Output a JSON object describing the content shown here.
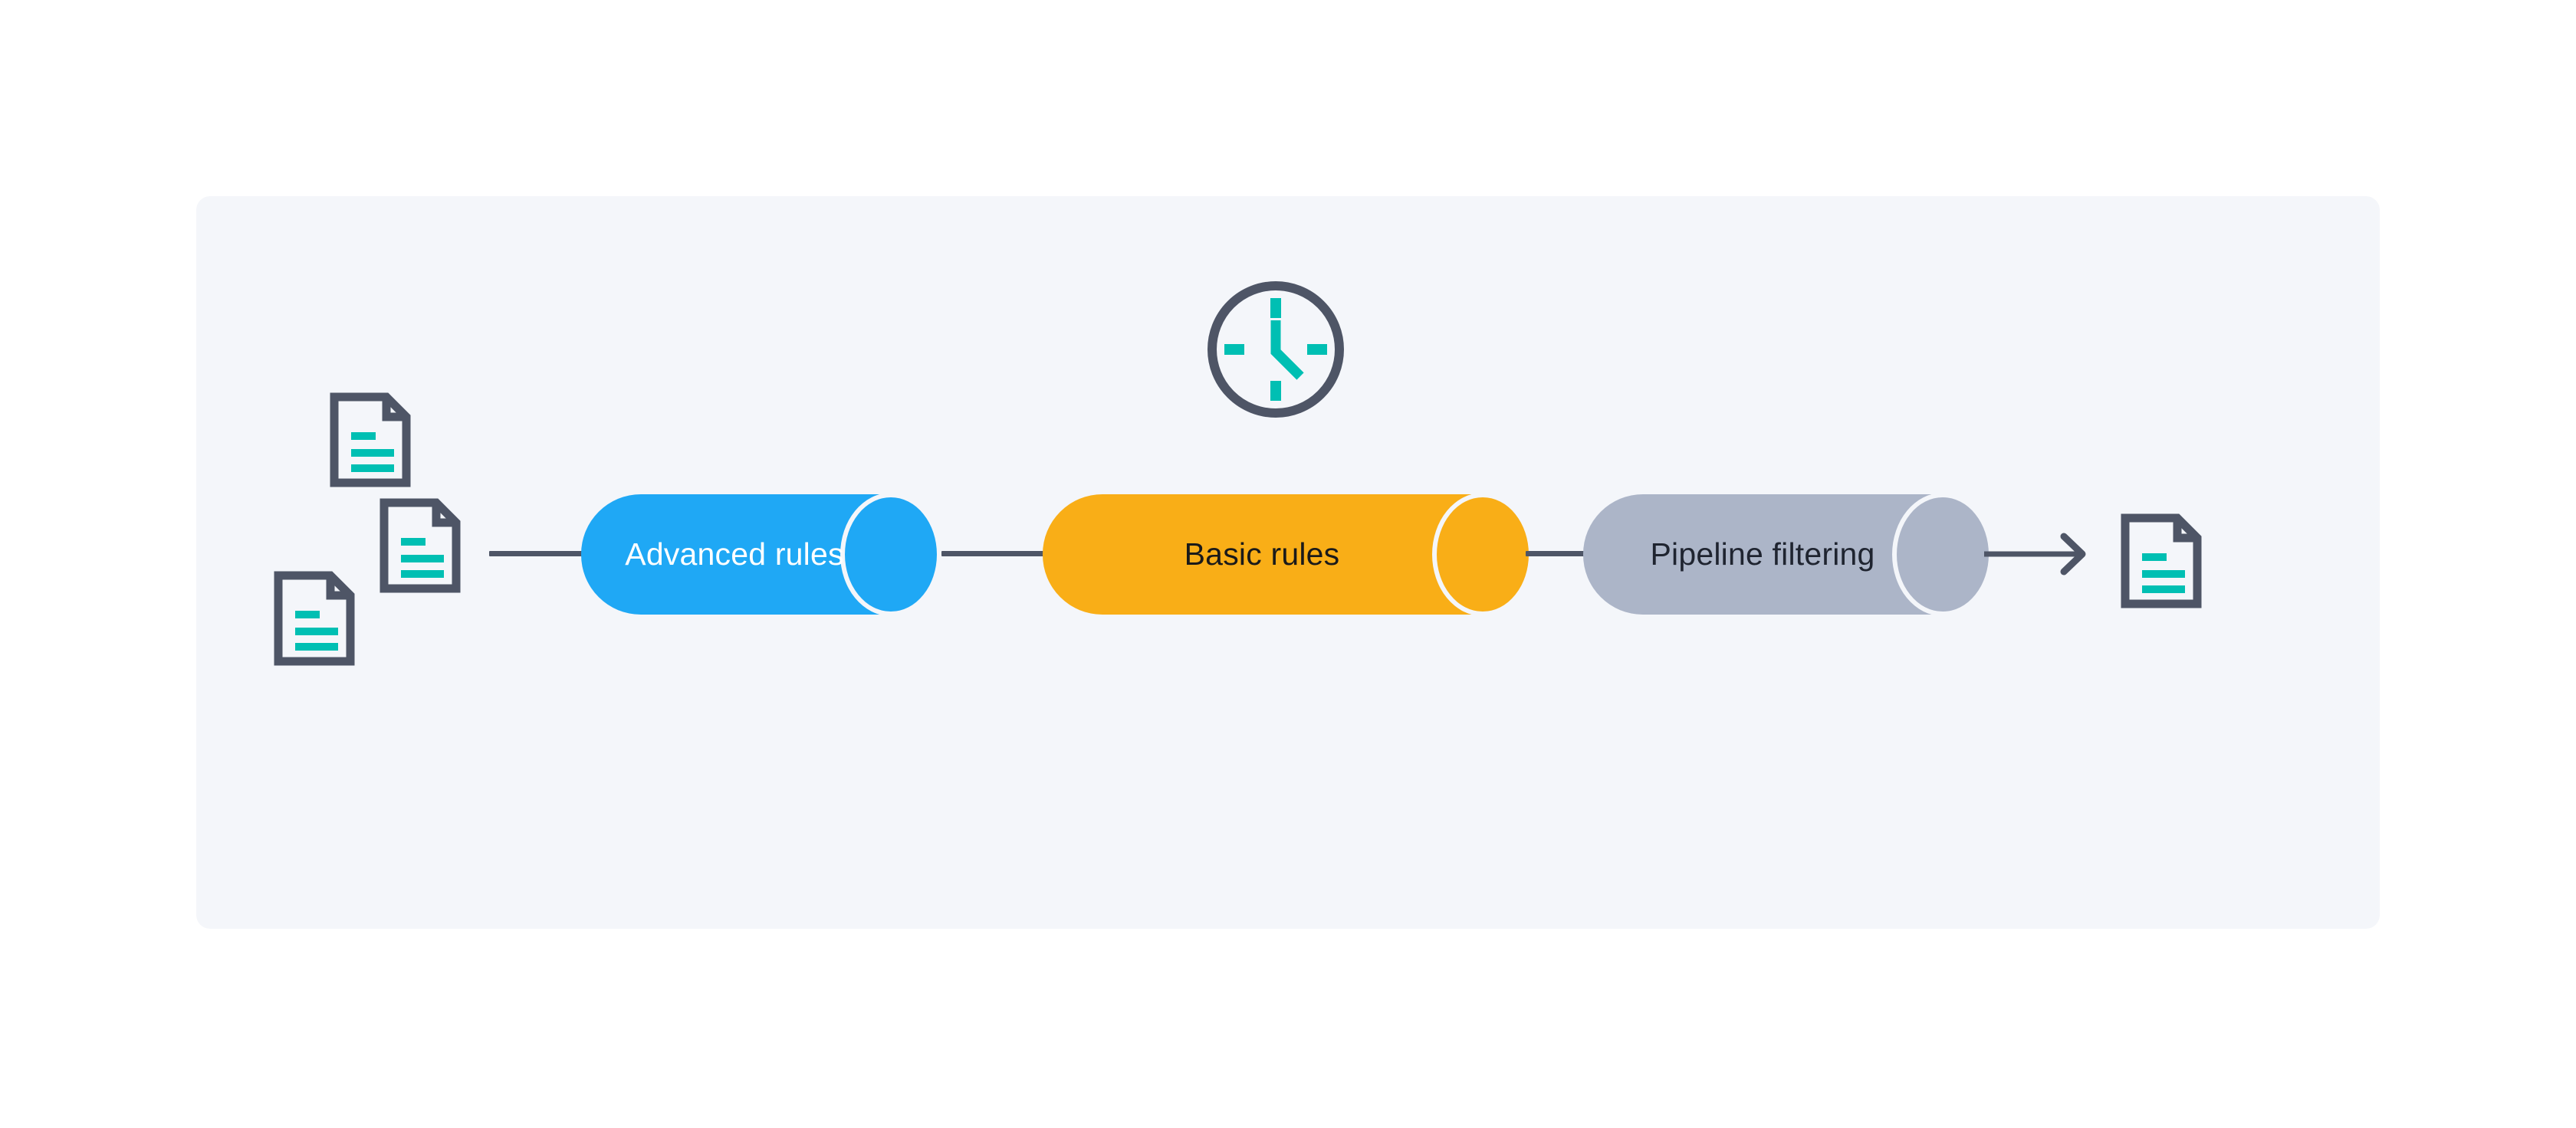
{
  "diagram": {
    "type": "pipeline-flow",
    "title": "",
    "background_color": "#FFFFFF",
    "panel_color": "#F4F6FA",
    "accent_teal": "#00BFB3",
    "outline_dark": "#4E5566",
    "stages": [
      {
        "id": "advanced-rules",
        "label": "Advanced rules",
        "color": "#1FA8F5",
        "text_color": "#FFFFFF",
        "order": 1
      },
      {
        "id": "basic-rules",
        "label": "Basic rules",
        "color": "#F9AE17",
        "text_color": "#1A1A1A",
        "order": 2
      },
      {
        "id": "pipeline-filtering",
        "label": "Pipeline filtering",
        "color": "#ACB5C8",
        "text_color": "#1F2430",
        "order": 3
      }
    ],
    "input_documents": [
      {
        "id": "input-doc-1",
        "icon": "document-icon"
      },
      {
        "id": "input-doc-2",
        "icon": "document-icon"
      },
      {
        "id": "input-doc-3",
        "icon": "document-icon"
      }
    ],
    "output_document": {
      "id": "output-doc",
      "icon": "document-icon"
    },
    "timer": {
      "id": "timer",
      "icon": "clock-icon",
      "ring_color": "#4E5566",
      "hand_color": "#00BFB3"
    },
    "connectors": [
      {
        "id": "conn-input-to-advanced"
      },
      {
        "id": "conn-advanced-to-basic"
      },
      {
        "id": "conn-basic-to-filtering"
      },
      {
        "id": "conn-filtering-to-output",
        "arrowhead": true
      }
    ]
  }
}
